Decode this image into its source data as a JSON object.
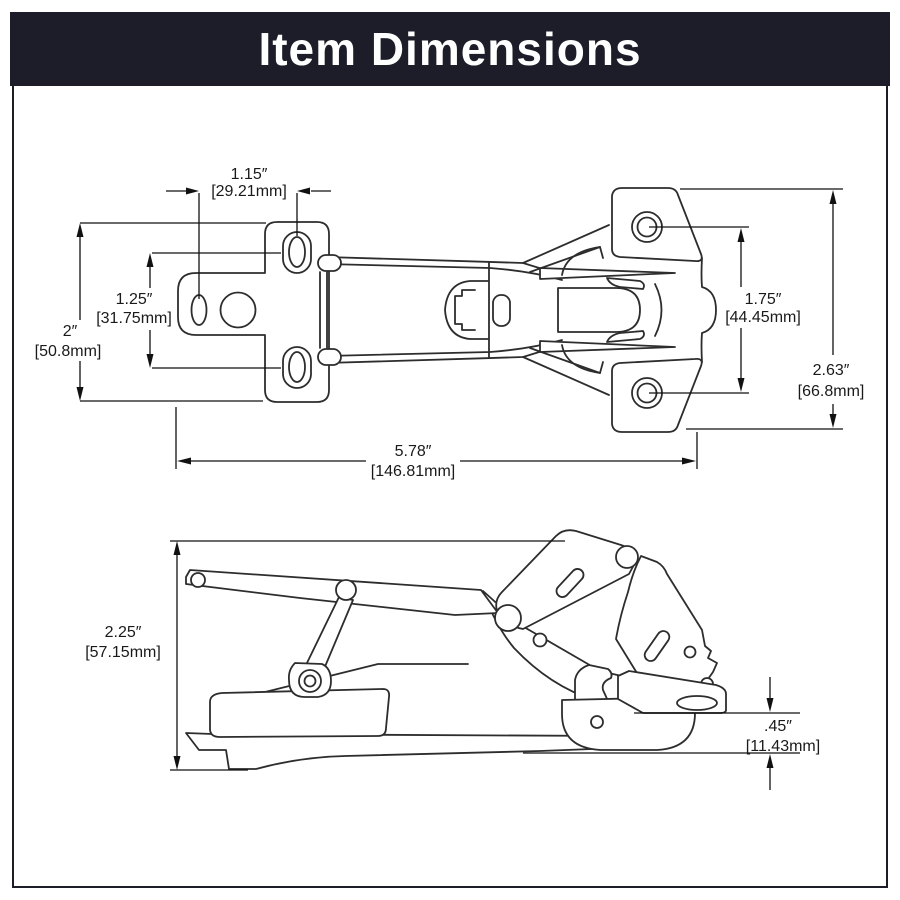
{
  "header": {
    "title": "Item Dimensions"
  },
  "colors": {
    "banner_bg": "#1D1D29",
    "outline": "#2D2D2D",
    "dimension": "#111111"
  },
  "top_view": {
    "label": "hinge top view",
    "dims": {
      "plate_hole_spacing": {
        "in": "1.15″",
        "mm": "[29.21mm]"
      },
      "plate_slot_spacing": {
        "in": "1.25″",
        "mm": "[31.75mm]"
      },
      "plate_height": {
        "in": "2″",
        "mm": "[50.8mm]"
      },
      "wing_hole_spacing": {
        "in": "1.75″",
        "mm": "[44.45mm]"
      },
      "cup_height": {
        "in": "2.63″",
        "mm": "[66.8mm]"
      },
      "overall_length": {
        "in": "5.78″",
        "mm": "[146.81mm]"
      }
    }
  },
  "side_view": {
    "label": "hinge side view",
    "dims": {
      "overall_height": {
        "in": "2.25″",
        "mm": "[57.15mm]"
      },
      "flange_thickness": {
        "in": ".45″",
        "mm": "[11.43mm]"
      }
    }
  }
}
